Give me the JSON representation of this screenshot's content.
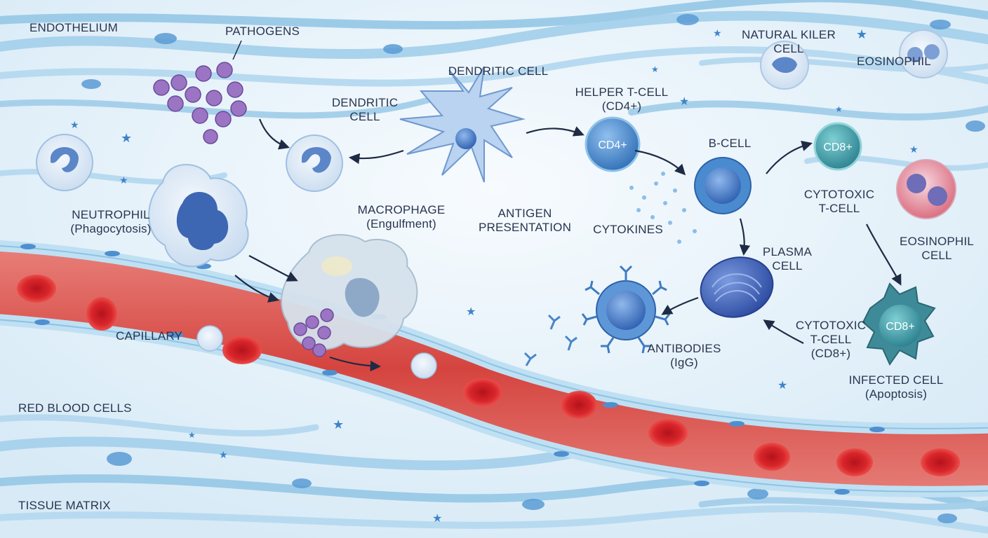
{
  "labels": {
    "endothelium": "ENDOTHELIUM",
    "pathogens": "PATHOGENS",
    "natural_killer": [
      "NATURAL KILER",
      "CELL"
    ],
    "eosinophil_top": "EOSINOPHIL",
    "dendritic_top": "DENDRITIC CELL",
    "dendritic_side": [
      "DENDRITIC",
      "CELL"
    ],
    "helper_t": [
      "HELPER T-CELL",
      "(CD4+)"
    ],
    "b_cell": "B-CELL",
    "neutrophil": [
      "NEUTROPHIL",
      "(Phagocytosis)"
    ],
    "macrophage": [
      "MACROPHAGE",
      "(Engulfment)"
    ],
    "antigen_presentation": [
      "ANTIGEN",
      "PRESENTATION"
    ],
    "cytokines": "CYTOKINES",
    "cytotoxic_top": [
      "CYTOTOXIC",
      "T-CELL"
    ],
    "eosinophil_cell": [
      "EOSINOPHIL",
      "CELL"
    ],
    "plasma_cell": [
      "PLASMA",
      "CELL"
    ],
    "capillary": "CAPILLARY",
    "antibodies": [
      "ANTIBODIES",
      "(IgG)"
    ],
    "cytotoxic_bottom": [
      "CYTOTOXIC",
      "T-CELL",
      "(CD8+)"
    ],
    "infected_cell": [
      "INFECTED CELL",
      "(Apoptosis)"
    ],
    "red_blood_cells": "RED BLOOD CELLS",
    "tissue_matrix": "TISSUE MATRIX"
  },
  "cell_markers": {
    "cd4": "CD4+",
    "cd8_top": "CD8+",
    "cd8_bottom": "CD8+"
  },
  "colors": {
    "background": "#e8f3fa",
    "fiber": "#9ccbe8",
    "vessel": "#d8544f",
    "rbc": "#d42a2c",
    "helper_t": "#4f8fd0",
    "cytotoxic": "#3f9ea6",
    "plasma": "#3b5fb8",
    "pathogen": "#9b74c4",
    "eosinophil_cell": "#e07d8a"
  }
}
